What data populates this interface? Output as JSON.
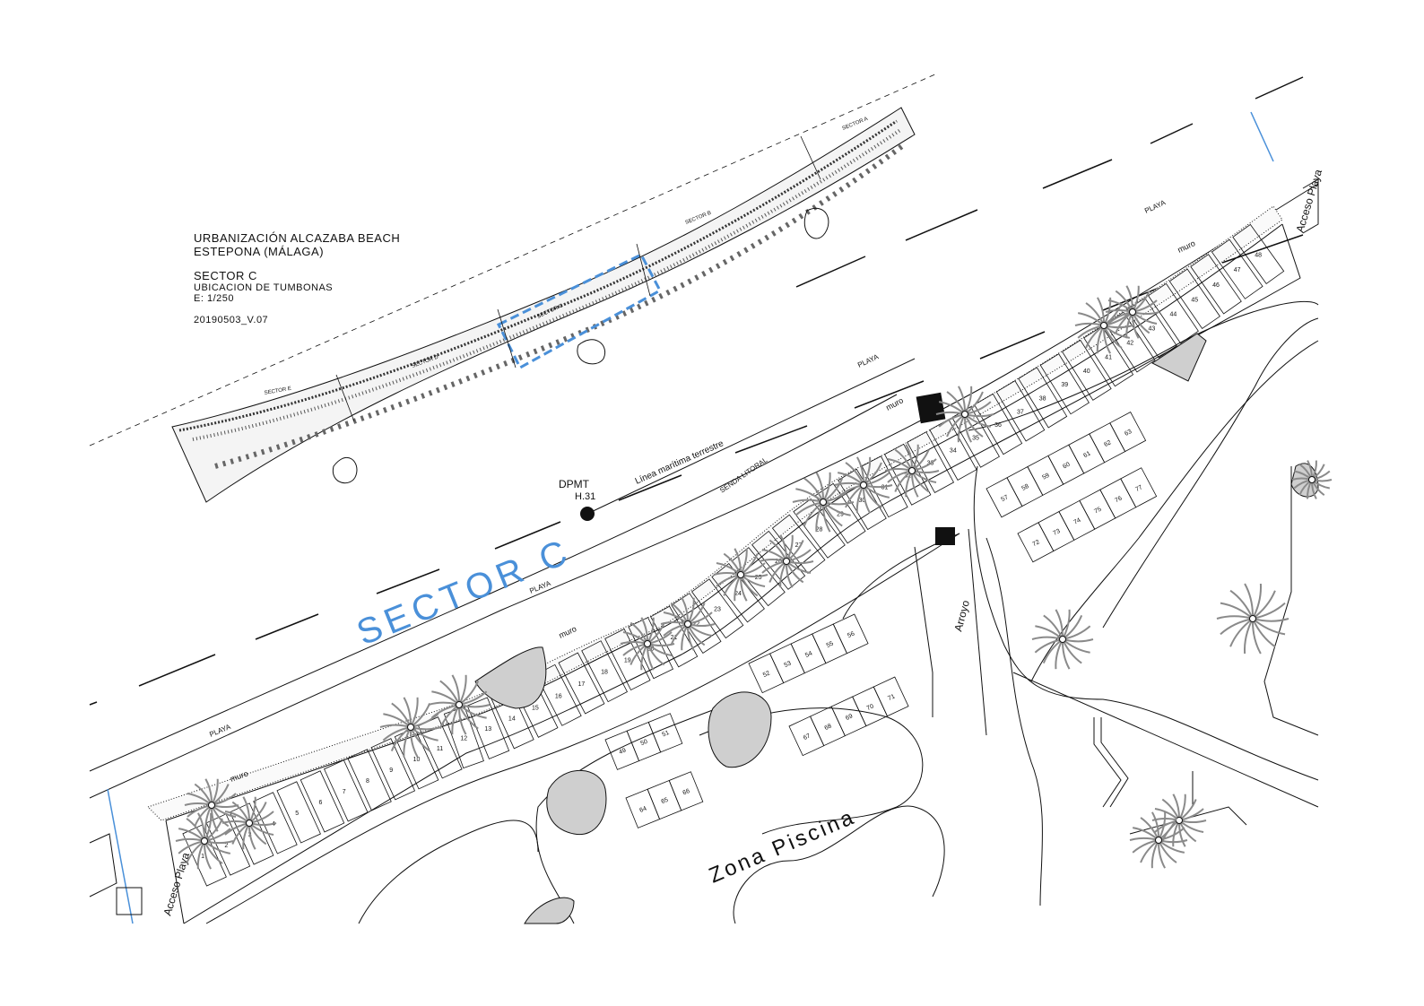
{
  "title_block": {
    "line1": "URBANIZACIÓN ALCAZABA BEACH",
    "line2": "ESTEPONA (MÁLAGA)",
    "line3": "SECTOR C",
    "line4": "UBICACION DE TUMBONAS",
    "line5": "E: 1/250",
    "line6": "20190503_V.07"
  },
  "key_map": {
    "sector_a": "SECTOR A",
    "sector_b": "SECTOR B",
    "sector_c": "SECTOR C",
    "sector_d": "SECTOR D",
    "sector_e": "SECTOR E"
  },
  "labels": {
    "sector": "SECTOR C",
    "dpmt": "DPMT",
    "dpmt_code": "H.31",
    "linea": "Línea marítima terrestre",
    "senda": "SENDA LITORAL",
    "playa": "PLAYA",
    "muro": "muro",
    "acceso_playa": "Acceso Playa",
    "arroyo": "Arroyo",
    "zona_piscina": "Zona Piscina"
  },
  "colors": {
    "accent_blue": "#4a90d9",
    "line": "#111111",
    "palm": "#8a8a8a"
  },
  "lounger_numbers": [
    "1",
    "2",
    "3",
    "4",
    "5",
    "6",
    "7",
    "8",
    "9",
    "10",
    "11",
    "12",
    "13",
    "14",
    "15",
    "16",
    "17",
    "18",
    "19",
    "20",
    "21",
    "22",
    "23",
    "24",
    "25",
    "26",
    "27",
    "28",
    "29",
    "30",
    "31",
    "32",
    "33",
    "34",
    "35",
    "36",
    "37",
    "38",
    "39",
    "40",
    "41",
    "42",
    "43",
    "44",
    "45",
    "46",
    "47",
    "48"
  ],
  "lot_numbers": [
    "49",
    "50",
    "51",
    "52",
    "53",
    "54",
    "55",
    "56",
    "57",
    "58",
    "59",
    "60",
    "61",
    "62",
    "63",
    "64",
    "65",
    "66",
    "67",
    "68",
    "69",
    "70",
    "71",
    "72",
    "73",
    "74",
    "75",
    "76",
    "77"
  ]
}
